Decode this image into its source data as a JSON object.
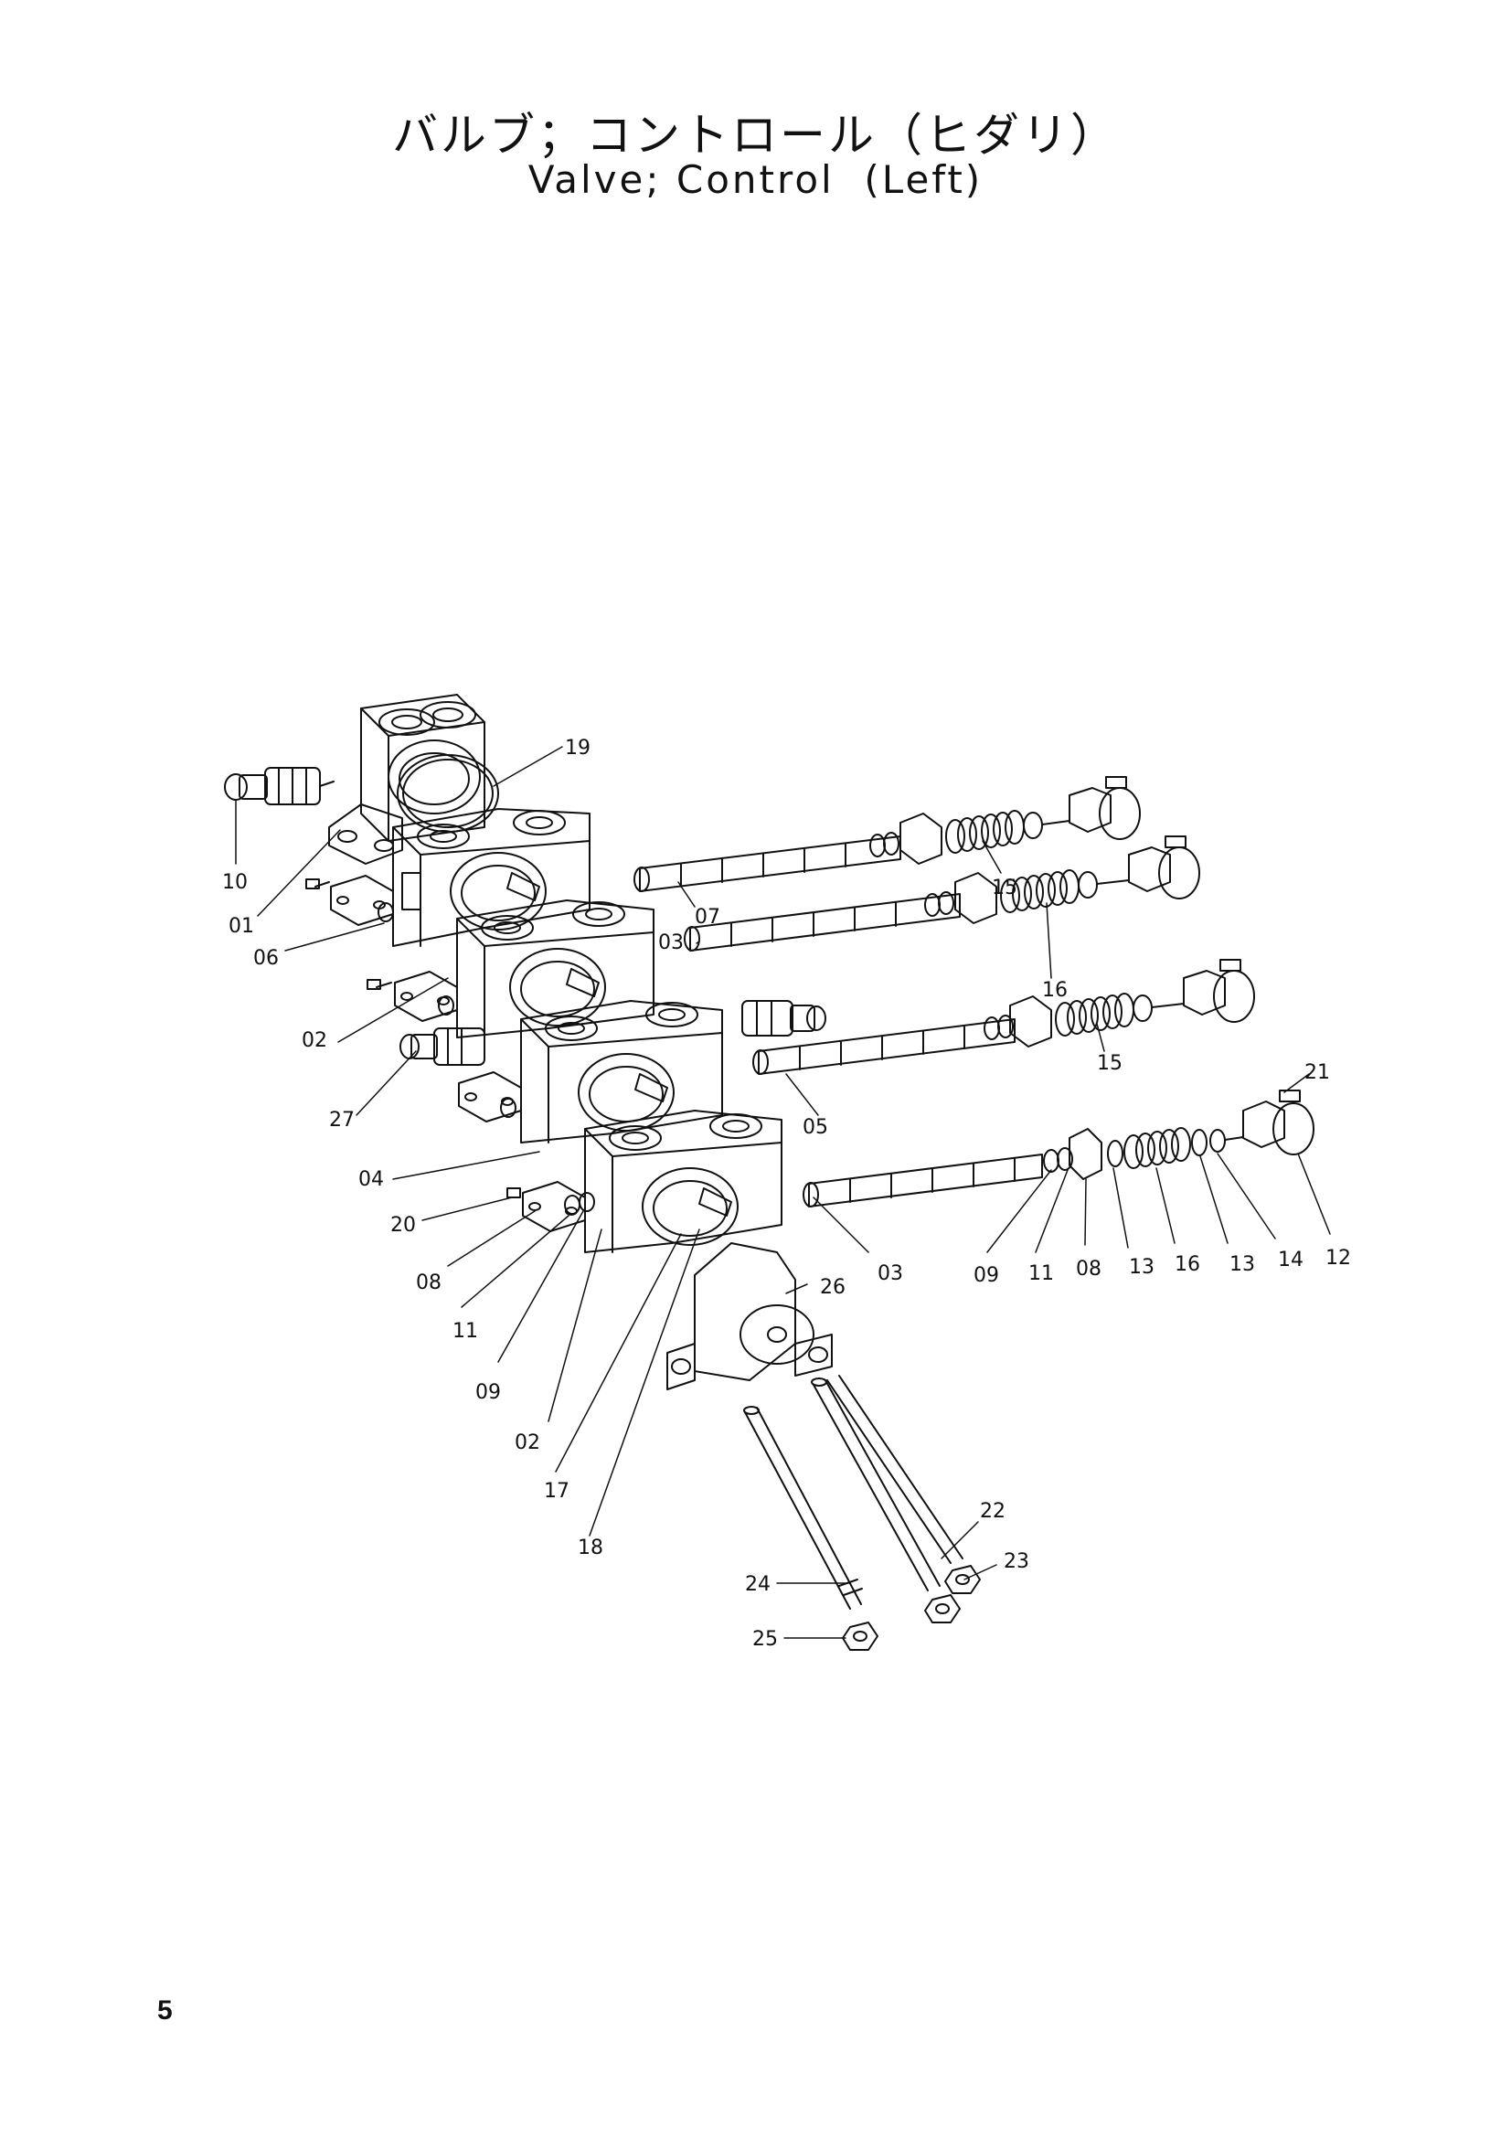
{
  "page": {
    "title_jp": "バルブ；コントロール（ヒダリ）",
    "title_en": "Valve; Control  (Left)",
    "page_number": "5"
  },
  "colors": {
    "ink": "#111111",
    "paper": "#ffffff"
  },
  "callouts": {
    "c01": "01",
    "c02a": "02",
    "c02b": "02",
    "c03a": "03",
    "c03b": "03",
    "c04": "04",
    "c05": "05",
    "c06": "06",
    "c07": "07",
    "c08a": "08",
    "c08b": "08",
    "c09a": "09",
    "c09b": "09",
    "c10": "10",
    "c11a": "11",
    "c11b": "11",
    "c12": "12",
    "c13a": "13",
    "c13b": "13",
    "c14": "14",
    "c15a": "15",
    "c15b": "15",
    "c16a": "16",
    "c16b": "16",
    "c17": "17",
    "c18": "18",
    "c19": "19",
    "c20": "20",
    "c21": "21",
    "c22": "22",
    "c23": "23",
    "c24": "24",
    "c25": "25",
    "c26": "26",
    "c27": "27"
  }
}
